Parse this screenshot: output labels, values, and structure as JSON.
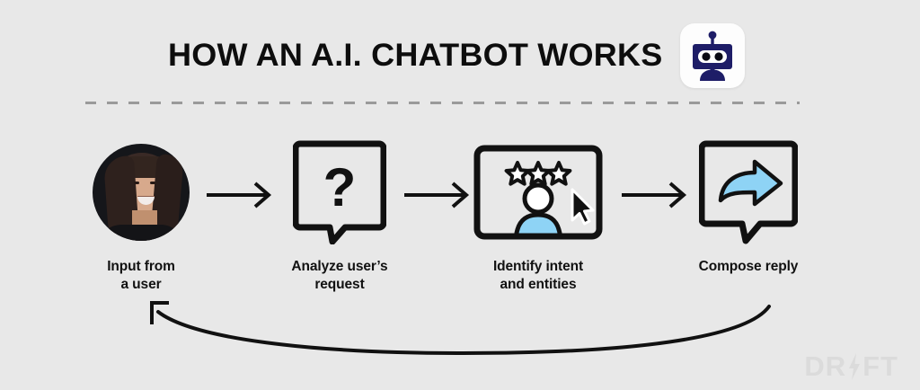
{
  "page": {
    "title": "HOW AN A.I. CHATBOT WORKS",
    "background_color": "#e8e8e8",
    "accent_blue": "#8ed3f5",
    "brand_navy": "#1e1d67",
    "ink": "#111111"
  },
  "header": {
    "title": "HOW AN A.I. CHATBOT WORKS",
    "badge_icon": "robot-icon",
    "badge_background": "#fdfdfd"
  },
  "divider": {
    "style": "dashed",
    "color": "#9a9a9a"
  },
  "flow": {
    "steps": [
      {
        "index": 1,
        "icon": "user-avatar-photo",
        "label_line1": "Input from",
        "label_line2": "a user"
      },
      {
        "index": 2,
        "icon": "question-speech-bubble-icon",
        "label_line1": "Analyze user’s",
        "label_line2": "request"
      },
      {
        "index": 3,
        "icon": "intent-card-icon",
        "label_line1": "Identify intent",
        "label_line2": "and entities"
      },
      {
        "index": 4,
        "icon": "reply-speech-bubble-icon",
        "label_line1": "Compose reply",
        "label_line2": ""
      }
    ],
    "connectors": [
      {
        "from": 1,
        "to": 2,
        "icon": "arrow-right-icon"
      },
      {
        "from": 2,
        "to": 3,
        "icon": "arrow-right-icon"
      },
      {
        "from": 3,
        "to": 4,
        "icon": "arrow-right-icon"
      }
    ],
    "loop": {
      "icon": "loop-back-arrow-icon",
      "from": 4,
      "to": 1
    }
  },
  "intent_card": {
    "stars": 3,
    "star_style": "outline",
    "person_icon": "person-icon",
    "cursor_icon": "cursor-arrow-icon"
  },
  "watermark": {
    "text_before": "DR",
    "bolt_icon": "lightning-bolt-icon",
    "text_after": "FT",
    "color": "#dbdbdb"
  }
}
